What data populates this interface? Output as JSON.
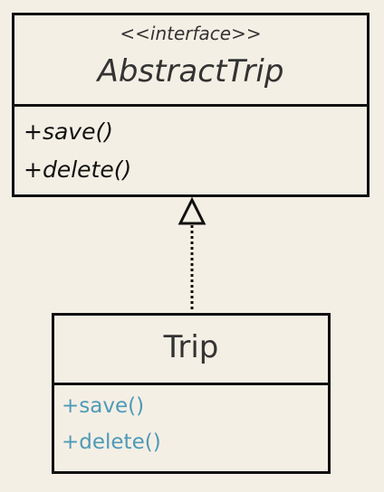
{
  "interface": {
    "stereotype": "<<interface>>",
    "name": "AbstractTrip",
    "methods": [
      "+save()",
      "+delete()"
    ]
  },
  "class": {
    "name": "Trip",
    "methods": [
      "+save()",
      "+delete()"
    ]
  },
  "colors": {
    "background": "#f4efe4",
    "border": "#111111",
    "class_method_text": "#4e9ab8"
  }
}
